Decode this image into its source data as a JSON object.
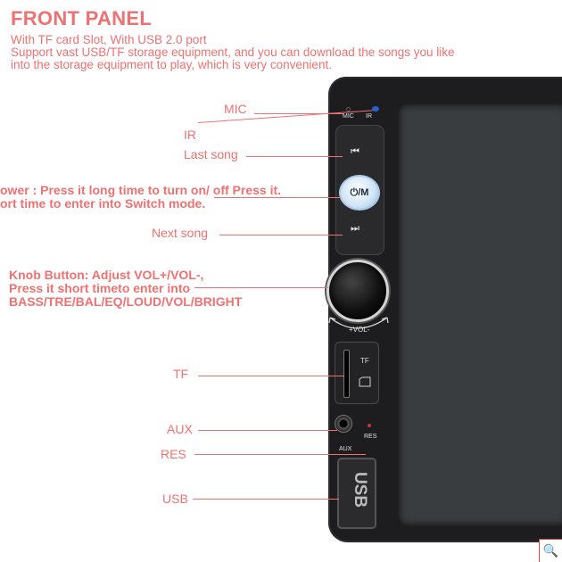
{
  "header": {
    "title": "FRONT PANEL",
    "line1": "With TF card Slot, With USB 2.0 port",
    "line2": "Support vast USB/TF storage equipment, and you can download the songs you like",
    "line3": "into the storage equipment to play, which is very convenient."
  },
  "labels": {
    "mic": "MIC",
    "ir": "IR",
    "last_song": "Last song",
    "power_line1": "ower : Press it long time to turn on/ off Press it.",
    "power_line2": "ort time to enter into Switch mode.",
    "next_song": "Next song",
    "knob_line1": "Knob Button: Adjust VOL+/VOL-,",
    "knob_line2": "Press it short timeto enter into",
    "knob_line3": "BASS/TRE/BAL/EQ/LOUD/VOL/BRIGHT",
    "tf": "TF",
    "aux": "AUX",
    "res": "RES",
    "usb": "USB"
  },
  "device": {
    "mic_print": "MIC",
    "ir_print": "IR",
    "power_print": "⏻/M",
    "prev_icon": "⏮",
    "next_icon": "⏭",
    "vol_print": "+VOL-",
    "tf_print": "TF",
    "aux_print": "AUX",
    "res_print": "RES",
    "usb_print": "USB"
  },
  "colors": {
    "accent": "#f07171",
    "device_body": "#1d1d1f",
    "screen": "#3a3d40",
    "power_button": "#cfe3f5"
  }
}
